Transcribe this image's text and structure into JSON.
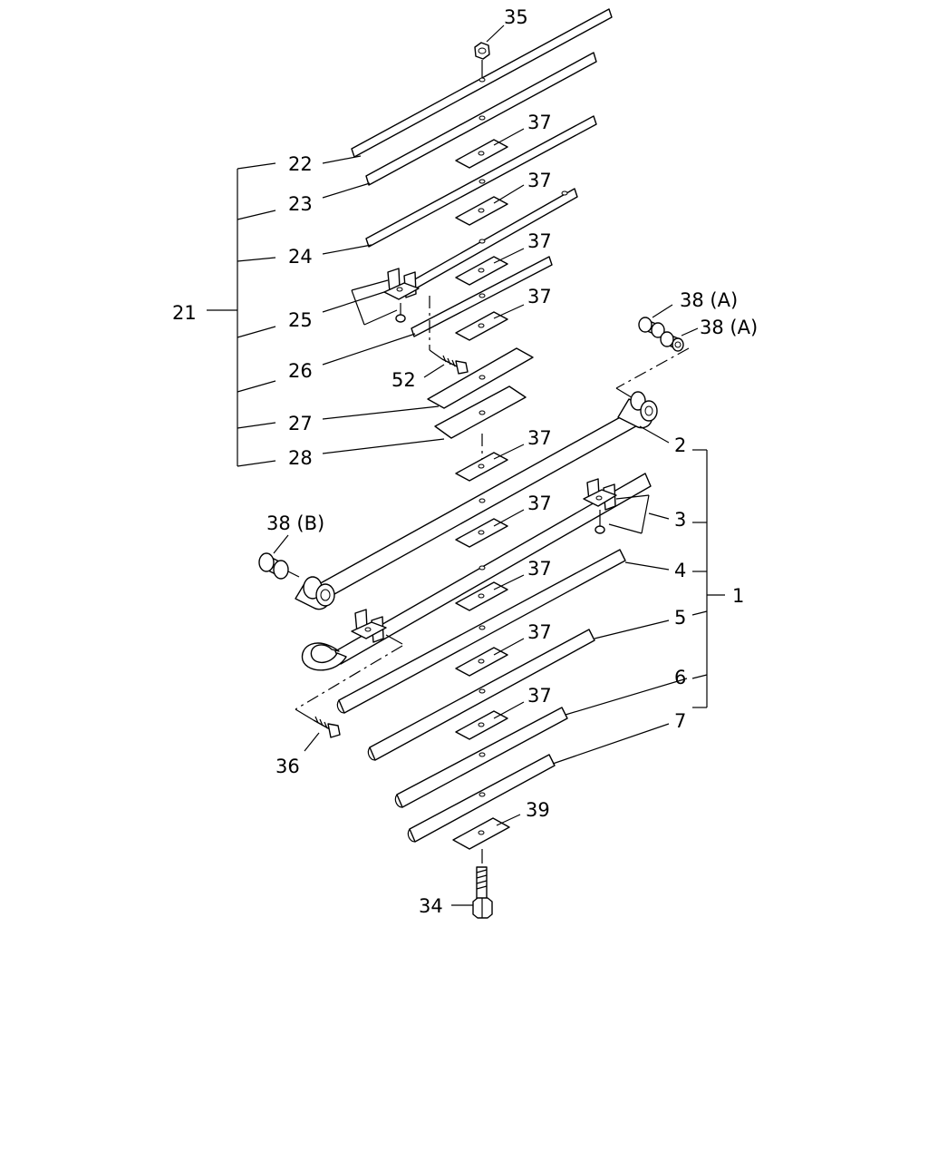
{
  "labels": {
    "l1": "1",
    "l2": "2",
    "l3": "3",
    "l4": "4",
    "l5": "5",
    "l6": "6",
    "l7": "7",
    "l21": "21",
    "l22": "22",
    "l23": "23",
    "l24": "24",
    "l25": "25",
    "l26": "26",
    "l27": "27",
    "l28": "28",
    "l34": "34",
    "l35": "35",
    "l36": "36",
    "l39": "39",
    "l52": "52",
    "l37": "37",
    "l38a": "38 (A)",
    "l38b": "38 (B)"
  }
}
